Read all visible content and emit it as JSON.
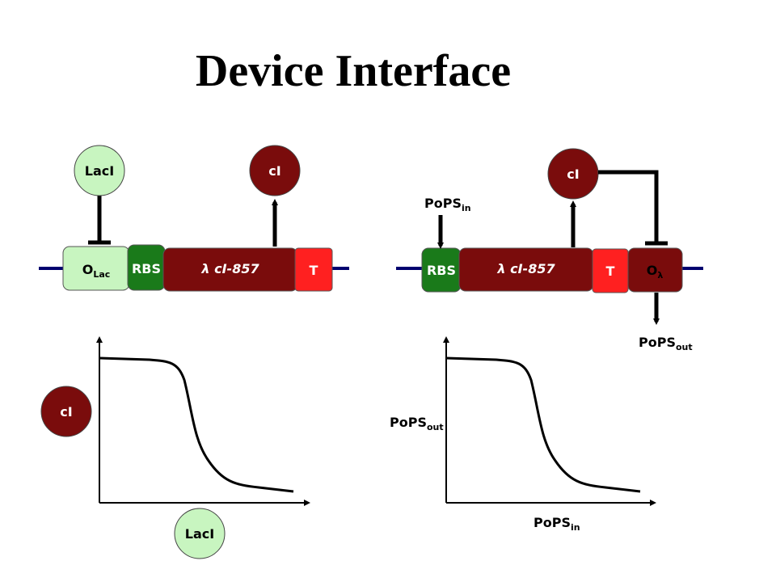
{
  "title": "Device Interface",
  "colors": {
    "repressor_dark": "#7a0c0c",
    "laci_green": "#c8f5c0",
    "rbs_green": "#1a7a1a",
    "terminator_red": "#ff2020",
    "dna_line": "#00006e"
  },
  "left_device": {
    "laci_label": "LacI",
    "ci_label": "cI",
    "operator_main": "O",
    "operator_sub": "Lac",
    "rbs_label": "RBS",
    "lambda_symbol": "λ",
    "gene_label": "cI-857",
    "terminator_label": "T"
  },
  "right_device": {
    "ci_label": "cI",
    "pops_in_main": "PoPS",
    "pops_in_sub": "in",
    "rbs_label": "RBS",
    "lambda_symbol": "λ",
    "gene_label": "cI-857",
    "terminator_label": "T",
    "operator_main": "O",
    "operator_sub": "λ",
    "pops_out_main": "PoPS",
    "pops_out_sub": "out"
  },
  "left_graph": {
    "y_label": "cI",
    "x_label": "LacI"
  },
  "right_graph": {
    "y_label_main": "PoPS",
    "y_label_sub": "out",
    "x_label_main": "PoPS",
    "x_label_sub": "in"
  }
}
